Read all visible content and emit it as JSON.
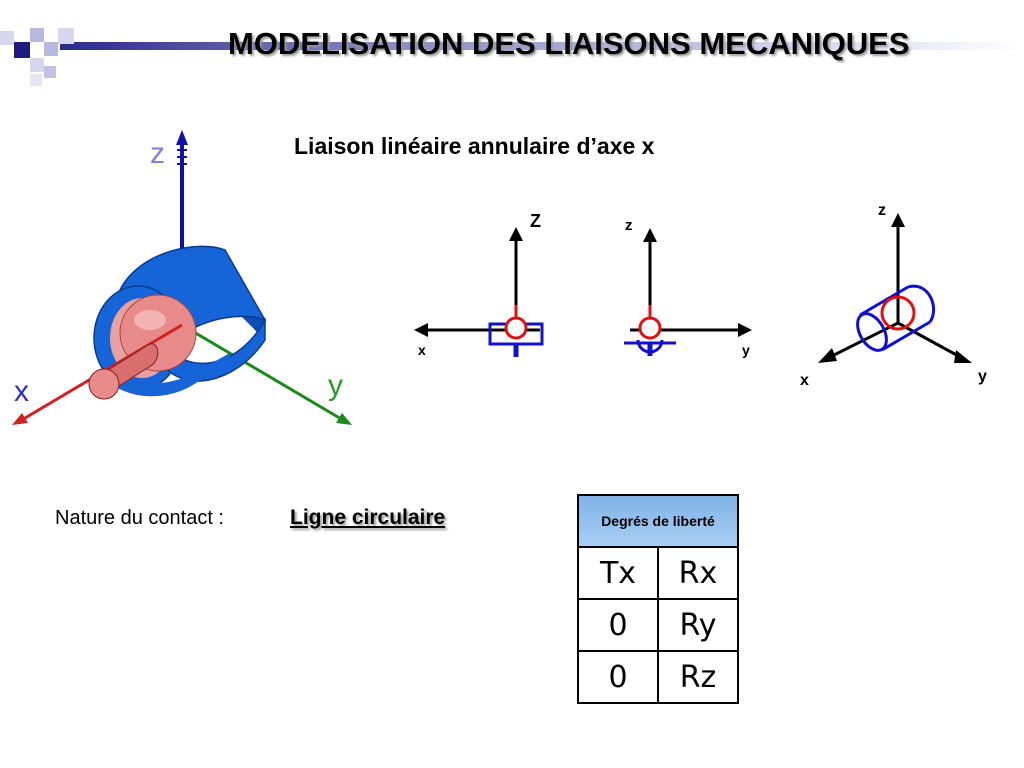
{
  "slide": {
    "title": "MODELISATION DES LIAISONS MECANIQUES",
    "subtitle": "Liaison linéaire annulaire d’axe x"
  },
  "view3d": {
    "axis_x": "x",
    "axis_y": "y",
    "axis_z": "z"
  },
  "view_front": {
    "axis_z": "Z",
    "axis_x": "x"
  },
  "view_side": {
    "axis_z": "z",
    "axis_y": "y"
  },
  "view_iso": {
    "axis_z": "z",
    "axis_x": "x",
    "axis_y": "y"
  },
  "contact": {
    "label": "Nature du contact :",
    "value": "Ligne circulaire"
  },
  "dof_table": {
    "header": "Degrés de liberté",
    "rows": [
      [
        "Tx",
        "Rx"
      ],
      [
        "0",
        "Ry"
      ],
      [
        "0",
        "Rz"
      ]
    ]
  },
  "colors": {
    "blue_part": "#1565d8",
    "pink_part": "#e88a8a",
    "axis_red": "#d42020",
    "axis_green": "#1a8a1a",
    "axis_blue": "#1010a8",
    "symbol_red": "#e01010",
    "symbol_blue": "#1010d0",
    "table_header": "#8fbdec"
  }
}
